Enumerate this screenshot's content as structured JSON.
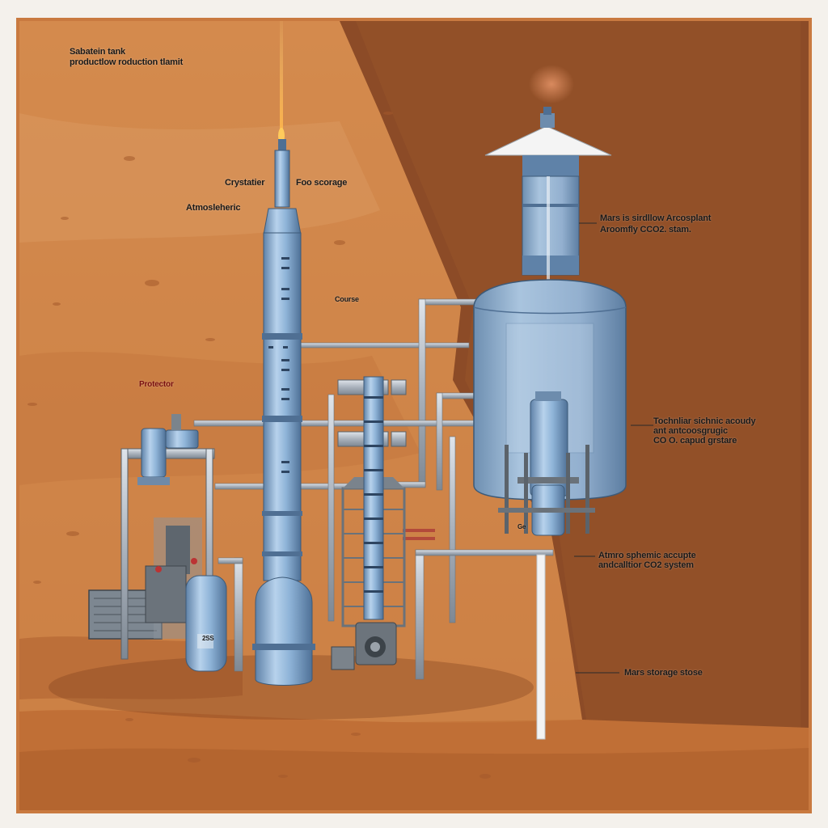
{
  "labels": {
    "title_1": "Sabatein tank",
    "title_2": "productlow roduction tlamit",
    "crystallizer": "Crystatier",
    "foo_storage": "Foo scorage",
    "atmospheric": "Atmosleheric",
    "course": "Course",
    "protector": "Protector",
    "mars_plant_1": "Mars is sirdllow Arcosplant",
    "mars_plant_2": "Aroomfly CCO2. stam.",
    "technician_1": "Tochnliar sichnic acoudy",
    "technician_2": "ant antcoosgrugic",
    "technician_3": "CO O.  capud grstare",
    "atmospheric_capture_1": "Atmro sphemic accupte",
    "atmospheric_capture_2": "andcalltior CO2 system",
    "mars_storage": "Mars storage stose",
    "tank_small": "Ge",
    "small_tank_label": "2SS"
  },
  "colors": {
    "sand_light": "#d98f52",
    "sand_mid": "#c9773f",
    "sand_dark": "#9c552a",
    "cliff": "#8a4a26",
    "steel_blue": "#8fb4d8",
    "steel_dark": "#5d7fa3",
    "pipe": "#b8bec6",
    "flame": "#ffb347"
  }
}
